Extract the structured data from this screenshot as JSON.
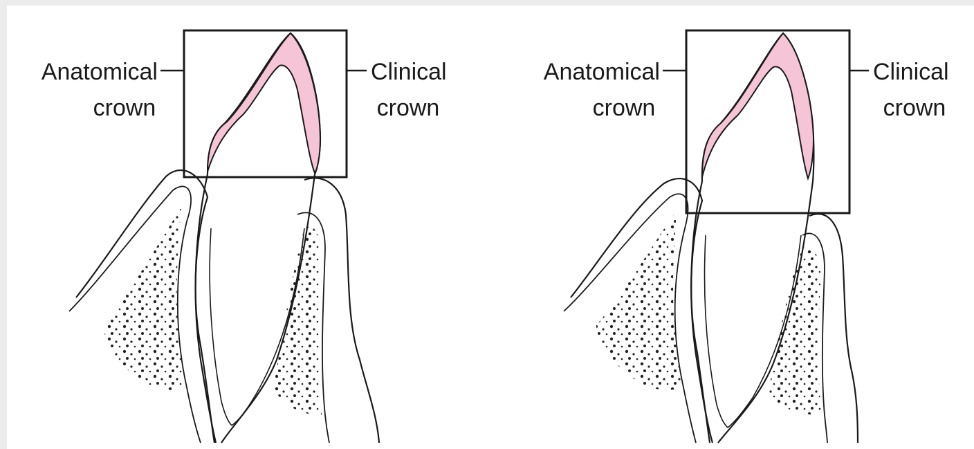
{
  "panels": [
    {
      "anatomical_label": [
        "Anatomical",
        "crown"
      ],
      "clinical_label": [
        "Clinical",
        "crown"
      ]
    },
    {
      "anatomical_label": [
        "Anatomical",
        "crown"
      ],
      "clinical_label": [
        "Clinical",
        "crown"
      ]
    }
  ],
  "colors": {
    "enamel": "#f5c4d6",
    "outline": "#1a1a1a",
    "background": "#ffffff",
    "frame": "#ececec"
  }
}
